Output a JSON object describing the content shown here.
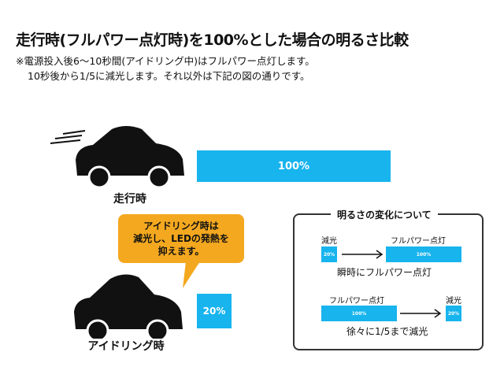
{
  "title": "走行時(フルパワー点灯時)を100%とした場合の明るさ比較",
  "note": {
    "line1": "※電源投入後6〜10秒間(アイドリング中)はフルパワー点灯します。",
    "line2": "10秒後から1/5に減光します。それ以外は下記の図の通りです。"
  },
  "driving": {
    "label": "走行時",
    "level_label": "100%",
    "level": 100
  },
  "idling": {
    "label": "アイドリング時",
    "level_label": "20%",
    "level": 20
  },
  "bubble": {
    "line1": "アイドリング時は",
    "line2": "減光し、LEDの発熱を",
    "line3": "抑えます。"
  },
  "legend": {
    "title": "明るさの変化について",
    "top": {
      "from_label": "減光",
      "from_value": "20%",
      "to_label": "フルパワー点灯",
      "to_value": "100%",
      "caption": "瞬時にフルパワー点灯"
    },
    "bottom": {
      "from_label": "フルパワー点灯",
      "from_value": "100%",
      "to_label": "減光",
      "to_value": "20%",
      "caption": "徐々に1/5まで減光"
    }
  },
  "colors": {
    "bar": "#17b4ee",
    "bubble": "#f4a81f",
    "car": "#111111"
  }
}
